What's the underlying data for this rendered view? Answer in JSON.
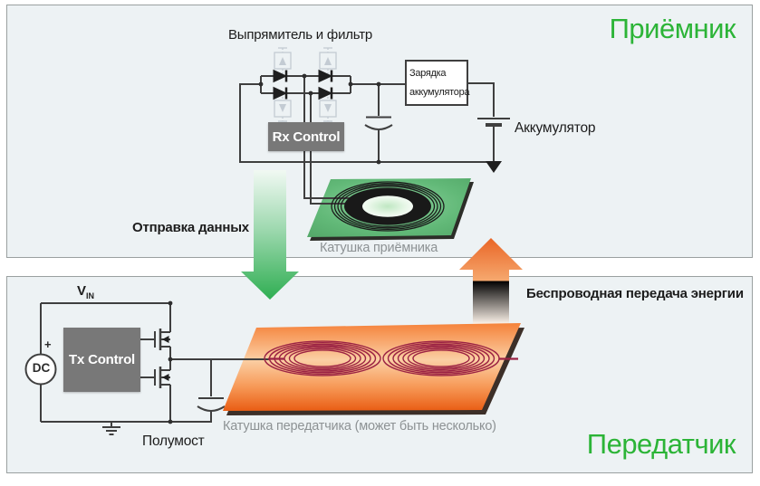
{
  "colors": {
    "panel_background": "#edf2f4",
    "panel_border": "#9aa0a0",
    "title_green": "#2cb437",
    "text_black": "#1c1c1c",
    "label_gray": "#8d9294",
    "wire_gray": "#3f3f3f",
    "control_box_gray": "#787878",
    "arrow_green": "#2fae52",
    "arrow_orange": "#e96526",
    "pcb_green": "#62b978",
    "pcb_orange": "#f5823a",
    "coil_black": "#1b1b1b",
    "coil_crimson": "#9b2244"
  },
  "receiver": {
    "title": "Приёмник",
    "rectifier_label": "Выпрямитель и фильтр",
    "rx_control": "Rx Control",
    "charging_line1": "Зарядка",
    "charging_line2": "аккумулятора",
    "battery_label": "Аккумулятор",
    "coil_label": "Катушка приёмника",
    "data_arrow_label": "Отправка данных"
  },
  "transmitter": {
    "title": "Передатчик",
    "vin_main": "V",
    "vin_sub": "IN",
    "dc_label": "DC",
    "dc_plus": "+",
    "tx_control": "Tx Control",
    "half_bridge_label": "Полумост",
    "coil_label": "Катушка передатчика (может быть несколько)",
    "energy_arrow_label": "Беспроводная передача энергии"
  }
}
